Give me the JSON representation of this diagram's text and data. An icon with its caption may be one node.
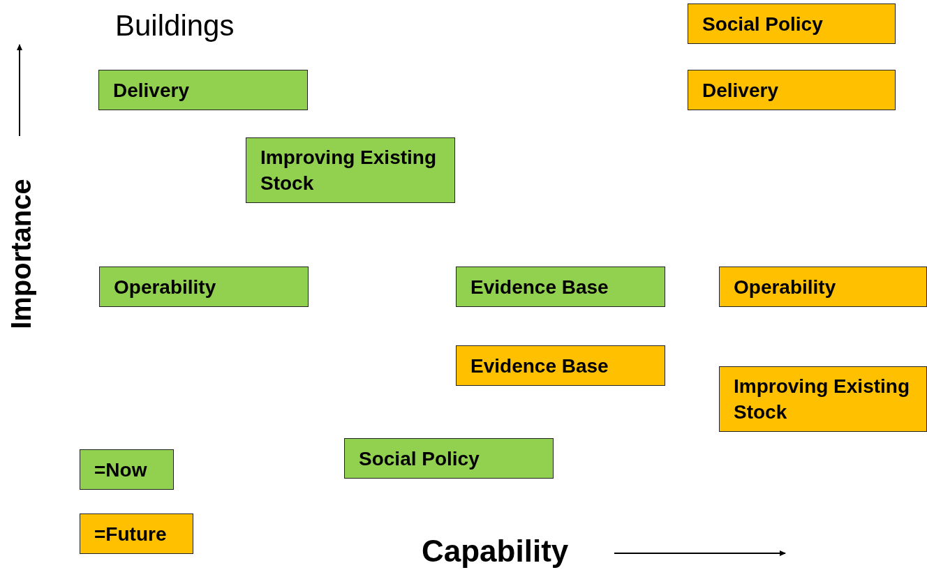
{
  "diagram": {
    "title": "Buildings",
    "nodes": [
      {
        "text": [
          "Social Policy"
        ]
      },
      {
        "text": [
          "Delivery"
        ]
      },
      {
        "text": [
          "Delivery"
        ]
      },
      {
        "text": [
          "Improving Existing Stock"
        ]
      },
      {
        "text": [
          "Operability"
        ]
      },
      {
        "text": [
          "Evidence Base"
        ]
      },
      {
        "text": [
          "Operability"
        ]
      },
      {
        "text": [
          "Evidence Base"
        ]
      },
      {
        "text": [
          "Improving Existing Stock"
        ]
      },
      {
        "text": [
          "Social Policy"
        ]
      }
    ],
    "labels": [
      "Importance",
      "Capability"
    ],
    "legend": [
      {
        "text": "=Now",
        "color": "#92d050"
      },
      {
        "text": "=Future",
        "color": "#ffc000"
      }
    ]
  }
}
